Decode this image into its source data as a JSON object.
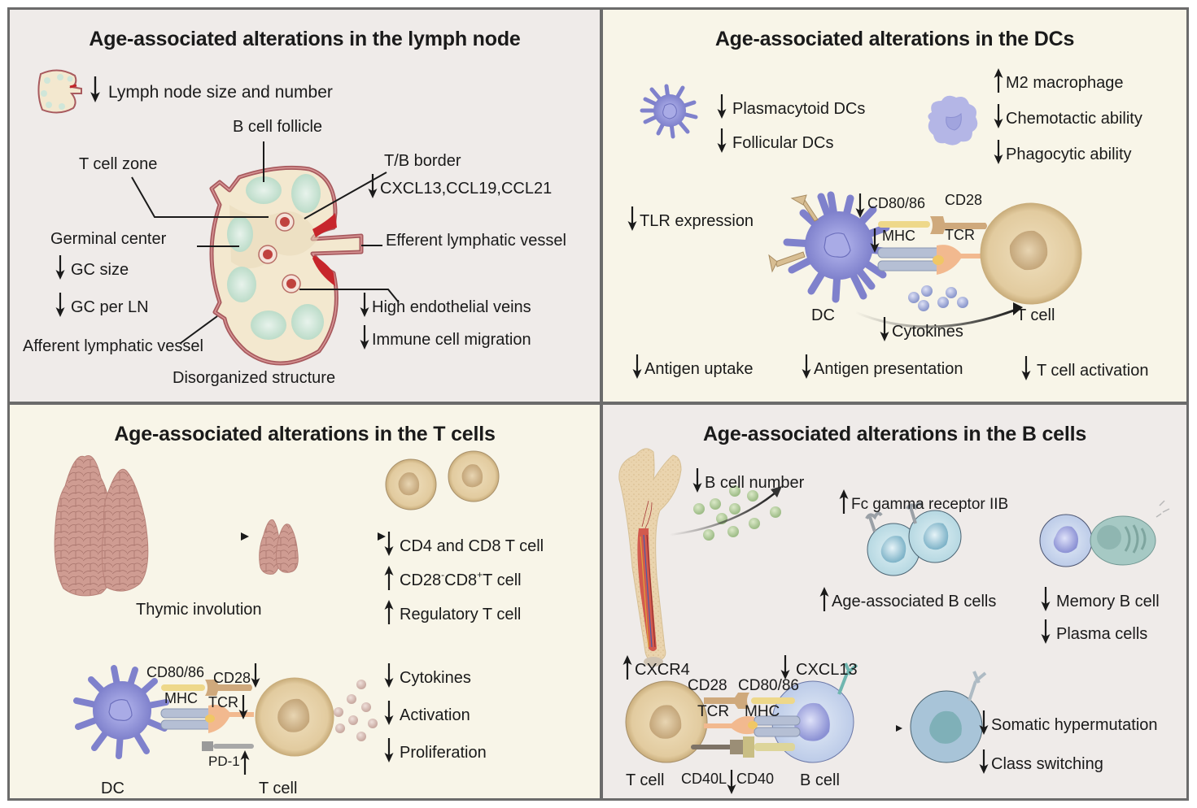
{
  "panels": {
    "lymph_node": {
      "title": "Age-associated alterations in the lymph node",
      "labels": {
        "size_number": "Lymph node size and number",
        "b_cell_follicle": "B cell follicle",
        "t_cell_zone": "T cell zone",
        "tb_border": "T/B border",
        "chemokines": "CXCL13,CCL19,CCL21",
        "germinal_center": "Germinal center",
        "efferent": "Efferent lymphatic vessel",
        "gc_size": "GC size",
        "gc_per_ln": "GC per LN",
        "hev": "High endothelial veins",
        "migration": "Immune cell migration",
        "afferent": "Afferent lymphatic vessel",
        "disorganized": "Disorganized structure"
      },
      "changes": {
        "size_number": "down",
        "chemokines": "down",
        "gc_size": "down",
        "gc_per_ln": "down",
        "hev": "down",
        "migration": "down"
      }
    },
    "dcs": {
      "title": "Age-associated alterations in the DCs",
      "labels": {
        "plasmacytoid": "Plasmacytoid DCs",
        "follicular": "Follicular DCs",
        "m2": "M2 macrophage",
        "chemotactic": "Chemotactic ability",
        "phagocytic": "Phagocytic ability",
        "tlr": "TLR expression",
        "cd80_86": "CD80/86",
        "cd28": "CD28",
        "mhc": "MHC",
        "tcr": "TCR",
        "dc": "DC",
        "t_cell": "T cell",
        "cytokines": "Cytokines",
        "antigen_uptake": "Antigen uptake",
        "antigen_presentation": "Antigen presentation",
        "t_cell_activation": "T cell activation"
      },
      "changes": {
        "plasmacytoid": "down",
        "follicular": "down",
        "m2": "up",
        "chemotactic": "down",
        "phagocytic": "down",
        "tlr": "down",
        "cd80_86": "down",
        "mhc": "down",
        "cytokines": "down",
        "antigen_uptake": "down",
        "antigen_presentation": "down",
        "t_cell_activation": "down"
      }
    },
    "t_cells": {
      "title": "Age-associated alterations in the T cells",
      "labels": {
        "thymic_involution": "Thymic involution",
        "cd4_cd8": "CD4 and CD8 T cell",
        "cd28_cd8_a": "CD28",
        "cd28_cd8_sup1": "-",
        "cd28_cd8_b": "CD8",
        "cd28_cd8_sup2": "+",
        "cd28_cd8_c": "T cell",
        "treg": "Regulatory T cell",
        "cd80_86": "CD80/86",
        "cd28": "CD28",
        "mhc": "MHC",
        "tcr": "TCR",
        "pd1": "PD-1",
        "dc": "DC",
        "t_cell": "T cell",
        "cytokines": "Cytokines",
        "activation": "Activation",
        "proliferation": "Proliferation"
      },
      "changes": {
        "cd4_cd8": "down",
        "cd28_cd8": "up",
        "treg": "up",
        "cd28": "down",
        "tcr": "down",
        "pd1": "up",
        "cytokines": "down",
        "activation": "down",
        "proliferation": "down"
      }
    },
    "b_cells": {
      "title": "Age-associated alterations in the B cells",
      "labels": {
        "b_cell_number": "B cell number",
        "fc_gamma": "Fc gamma receptor IIB",
        "abc": "Age-associated B cells",
        "memory_b": "Memory B cell",
        "plasma": "Plasma cells",
        "cxcr4": "CXCR4",
        "cxcl13": "CXCL13",
        "cd28": "CD28",
        "cd80_86": "CD80/86",
        "tcr": "TCR",
        "mhc": "MHC",
        "t_cell": "T cell",
        "cd40l": "CD40L",
        "cd40": "CD40",
        "b_cell": "B cell",
        "shm": "Somatic hypermutation",
        "class_switch": "Class switching"
      },
      "changes": {
        "b_cell_number": "down",
        "fc_gamma": "up",
        "abc": "up",
        "memory_b": "down",
        "plasma": "down",
        "cxcr4": "up",
        "cxcl13": "down",
        "cd40": "down",
        "shm": "down",
        "class_switch": "down"
      }
    }
  },
  "colors": {
    "border": "#6b6b6b",
    "panel_grey": "#efebe9",
    "panel_cream": "#f8f5e8",
    "dc_purple": "#8e8fd6",
    "t_cell_tan": "#d9c39a",
    "lymph_node_wall": "#a85a5e",
    "follicle_green": "#cfe6d9",
    "b_cell_blue": "#bcd9e3",
    "thymus_pink": "#c9938b"
  }
}
